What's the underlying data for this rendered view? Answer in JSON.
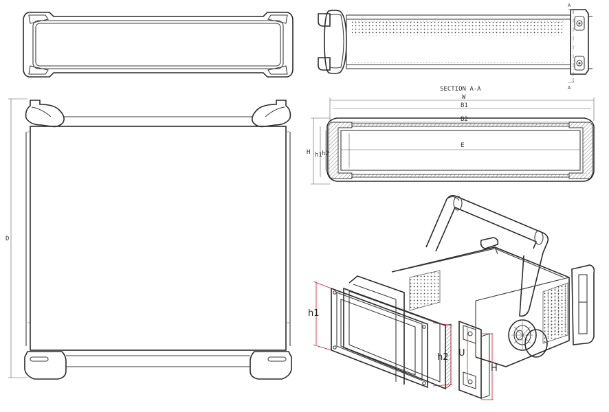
{
  "section_title": "SECTION A-A",
  "section_marker": "A",
  "dims": {
    "D": "D",
    "W": "W",
    "B1": "B1",
    "B2": "B2",
    "E": "E",
    "H": "H",
    "h1": "h1",
    "h2": "h2",
    "U": "U"
  },
  "iso_dims": {
    "h1": "h1",
    "h2": "h2",
    "U": "U",
    "H": "H"
  }
}
